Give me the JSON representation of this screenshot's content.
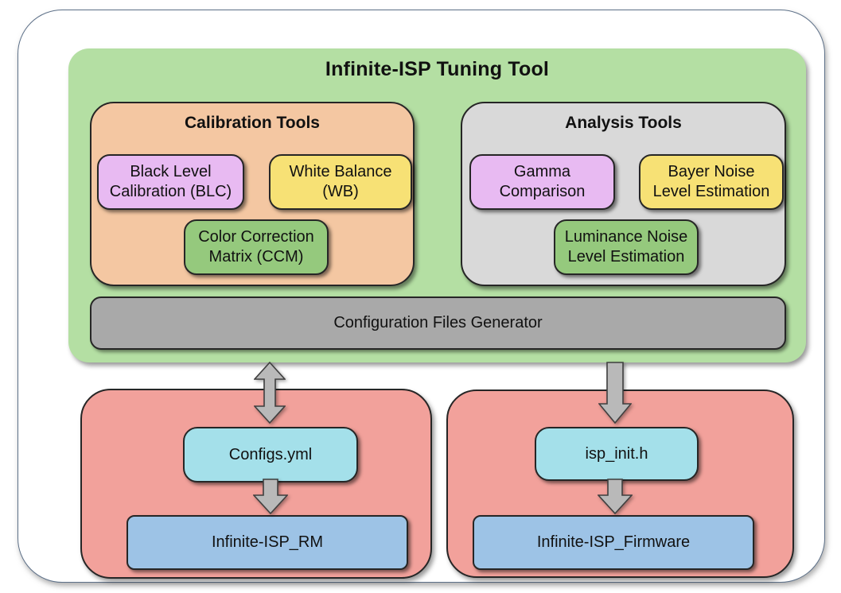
{
  "colors": {
    "frame_border": "#5e7189",
    "panel_green": "#b4dfa3",
    "calibration_orange": "#f4c7a2",
    "analysis_gray": "#d9d9d9",
    "node_purple": "#e8baf2",
    "node_yellow": "#f7e175",
    "node_green": "#95c97d",
    "generator_gray": "#a9a9a9",
    "io_salmon": "#f2a19b",
    "file_cyan": "#a4e0ea",
    "repo_blue": "#9dc3e6",
    "arrow_fill": "#b9b9b9",
    "arrow_stroke": "#3f3f3f"
  },
  "diagram": {
    "title": "Infinite-ISP Tuning Tool",
    "calibration": {
      "title": "Calibration Tools",
      "blc": "Black Level\nCalibration (BLC)",
      "wb": "White Balance\n(WB)",
      "ccm": "Color Correction\nMatrix (CCM)"
    },
    "analysis": {
      "title": "Analysis Tools",
      "gamma": "Gamma\nComparison",
      "bayer": "Bayer Noise\nLevel Estimation",
      "luminance": "Luminance Noise\nLevel Estimation"
    },
    "generator": "Configuration Files Generator",
    "left_output": {
      "file": "Configs.yml",
      "target": "Infinite-ISP_RM"
    },
    "right_output": {
      "file": "isp_init.h",
      "target": "Infinite-ISP_Firmware"
    }
  }
}
